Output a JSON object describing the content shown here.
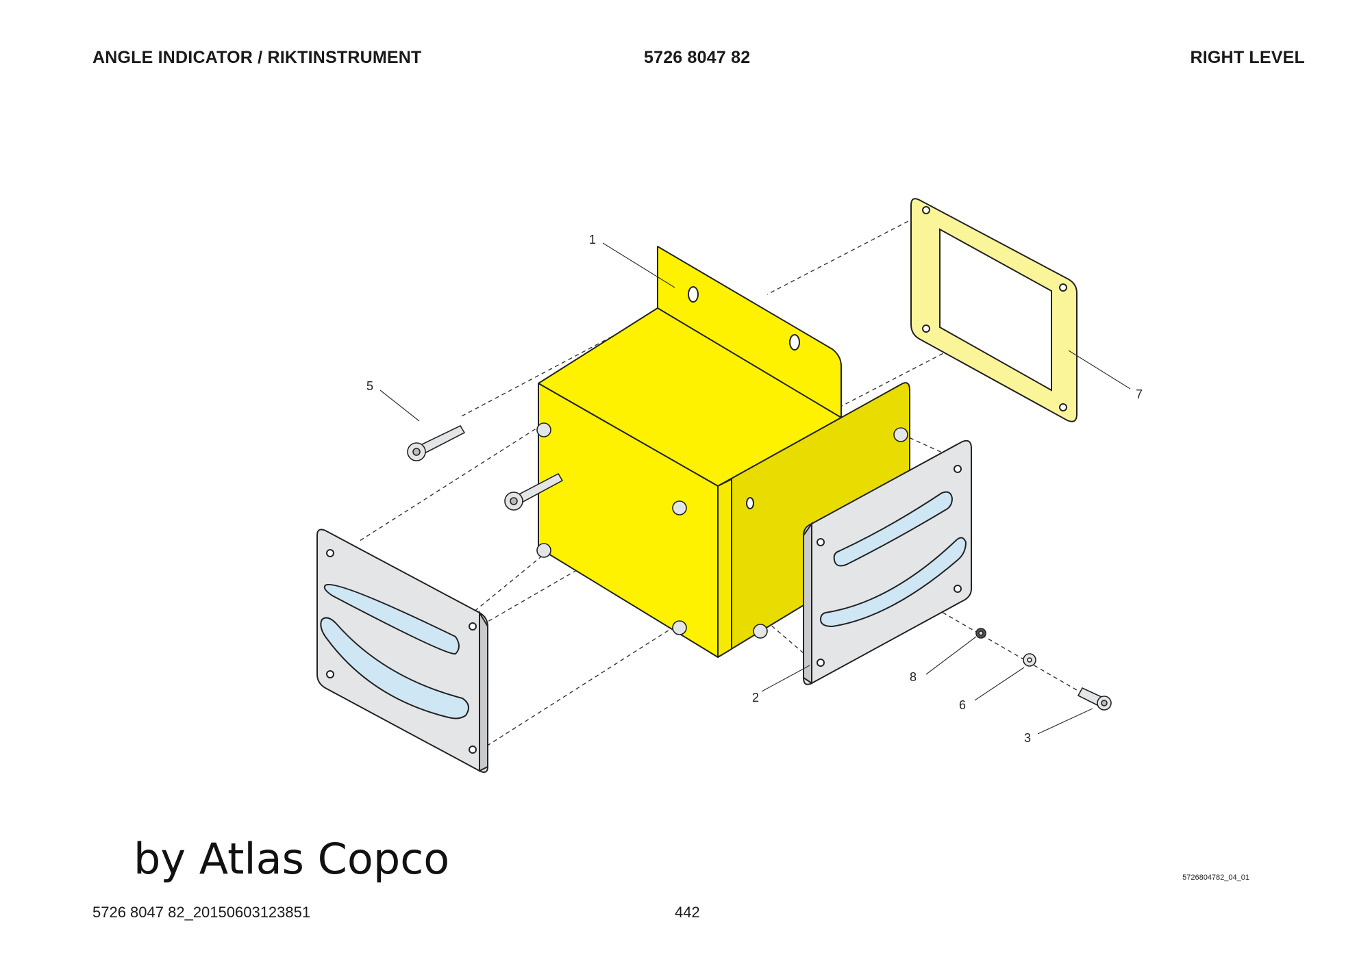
{
  "header": {
    "title": "ANGLE INDICATOR / RIKTINSTRUMENT",
    "part_number": "5726 8047 82",
    "variant": "RIGHT LEVEL"
  },
  "diagram": {
    "type": "exploded-parts-view",
    "callouts": [
      {
        "id": "c1",
        "label": "1"
      },
      {
        "id": "c2",
        "label": "2"
      },
      {
        "id": "c3",
        "label": "3"
      },
      {
        "id": "c5",
        "label": "5"
      },
      {
        "id": "c6",
        "label": "6"
      },
      {
        "id": "c7",
        "label": "7"
      },
      {
        "id": "c8",
        "label": "8"
      }
    ],
    "colors": {
      "housing": "#fff200",
      "housing_shade": "#e8dc00",
      "gasket": "#fbf59a",
      "plate": "#e3e5e7",
      "level_tube": "#cfe6f4",
      "line": "#222222"
    }
  },
  "brand": "by Atlas Copco",
  "drawing_number": "5726804782_04_01",
  "footer": {
    "document_id": "5726 8047 82_20150603123851",
    "page_number": "442"
  }
}
